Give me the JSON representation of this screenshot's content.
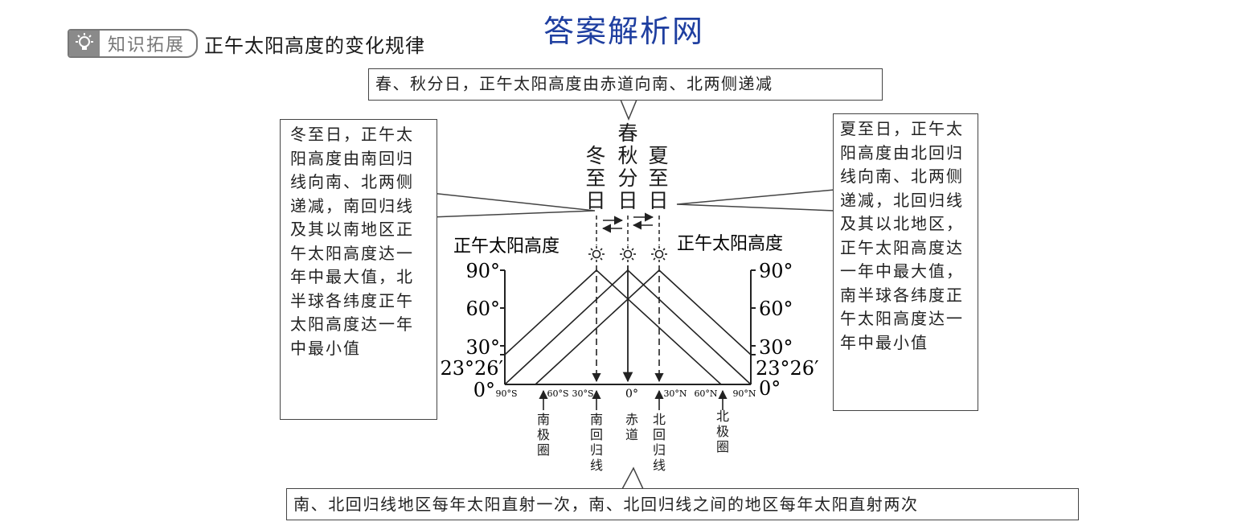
{
  "watermark": "答案解析网",
  "header": {
    "badge": "知识拓展",
    "title": "正午太阳高度的变化规律"
  },
  "boxes": {
    "equinox": "春、秋分日，正午太阳高度由赤道向南、北两侧递减",
    "winter": "冬至日，正午太阳高度由南回归线向南、北两侧递减，南回归线及其以南地区正午太阳高度达一年中最大值，北半球各纬度正午太阳高度达一年中最小值",
    "summer": "夏至日，正午太阳高度由北回归线向南、北两侧递减，北回归线及其以北地区，正午太阳高度达一年中最大值，南半球各纬度正午太阳高度达一年中最小值",
    "bottom": "南、北回归线地区每年太阳直射一次，南、北回归线之间的地区每年太阳直射两次"
  },
  "seasons": {
    "winter": "冬至日",
    "equinox": "春秋分日",
    "summer": "夏至日"
  },
  "axis": {
    "title_left": "正午太阳高度",
    "title_right": "正午太阳高度",
    "ticks_left": [
      "90°",
      "60°",
      "30°",
      "23°26′",
      "0°"
    ],
    "ticks_right": [
      "90°",
      "60°",
      "30°",
      "23°26′",
      "0°"
    ],
    "latitudes": [
      "90°S",
      "60°S",
      "30°S",
      "0°",
      "30°N",
      "60°N",
      "90°N"
    ]
  },
  "circles": {
    "antarctic": "南极圈",
    "tropic_s": "南回归线",
    "equator": "赤道",
    "tropic_n": "北回归线",
    "arctic": "北极圈"
  },
  "icons": [
    "lightbulb-icon",
    "sun-icon",
    "arrow-icon"
  ]
}
